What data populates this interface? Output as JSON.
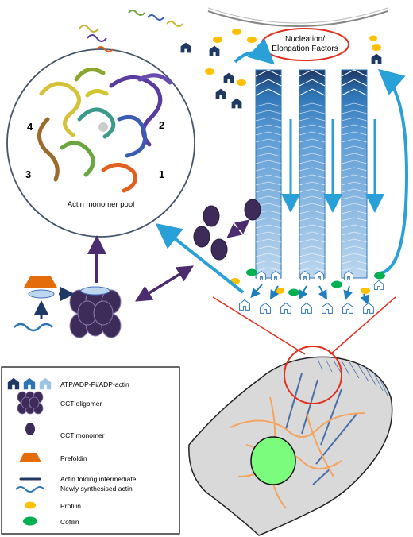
{
  "diagram": {
    "nucleation_label_line1": "Nucleation/",
    "nucleation_label_line2": "Elongation Factors",
    "pool_label": "Actin monomer pool",
    "subdomains": [
      "1",
      "2",
      "3",
      "4"
    ]
  },
  "legend": {
    "items": [
      "ATP/ADP-Pi/ADP-actin",
      "CCT oligomer",
      "CCT monomer",
      "Prefoldin",
      "Actin folding intermediate",
      "Newly synthesised actin",
      "Profilin",
      "Cofilin"
    ]
  },
  "colors": {
    "atp_actin": "#1f3864",
    "adp_pi_actin": "#2e75b6",
    "adp_actin": "#9dc3e6",
    "cct": "#3d2b5a",
    "prefoldin": "#e46c0a",
    "profilin": "#ffc000",
    "cofilin": "#00b050",
    "arrow_blue": "#2aa0d8",
    "arrow_purple": "#4b2c6f",
    "highlight_red": "#e03020",
    "nucleus": "#7cfc7c",
    "cell_fill": "#d9d9d9",
    "actin_filaments": "#f4a460"
  }
}
